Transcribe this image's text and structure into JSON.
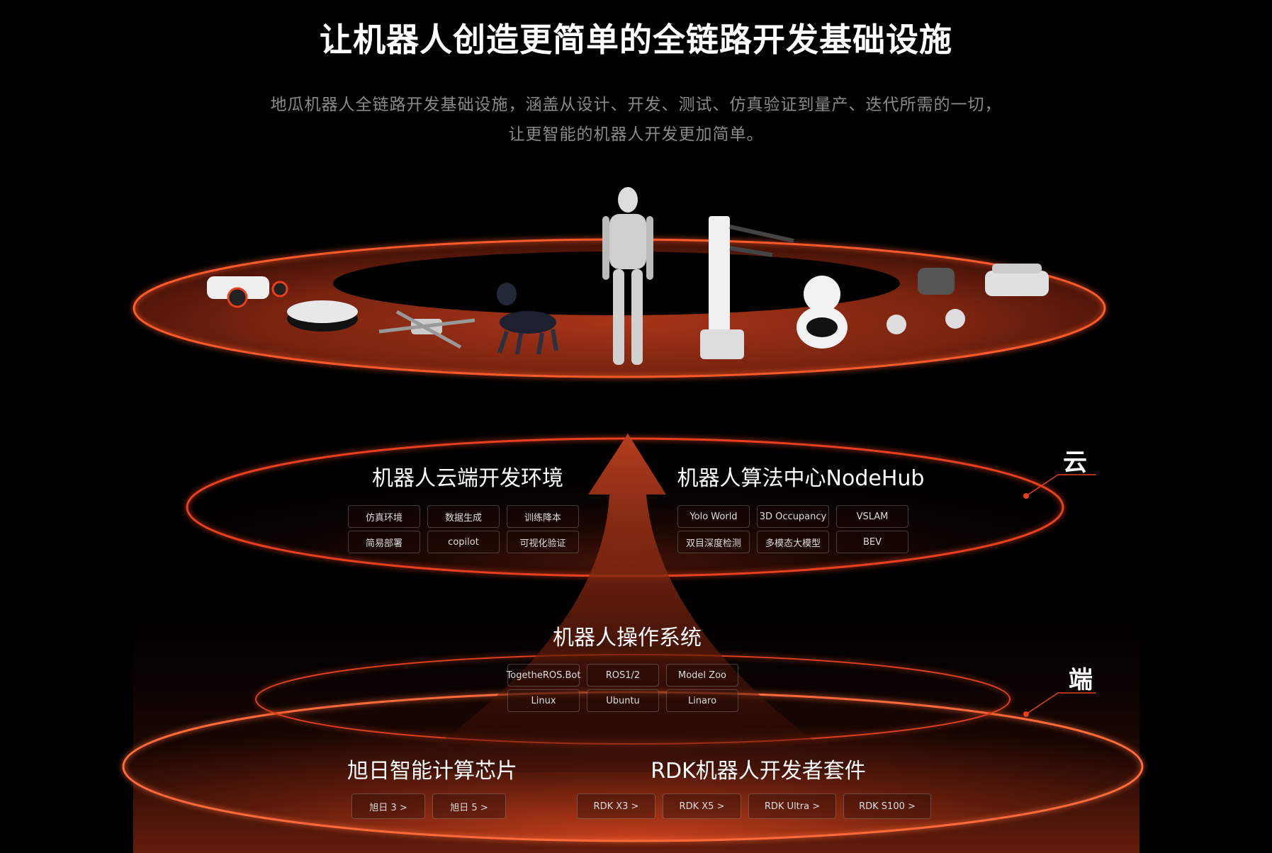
{
  "header": {
    "title": "让机器人创造更简单的全链路开发基础设施",
    "subtitle_line1": "地瓜机器人全链路开发基础设施，涵盖从设计、开发、测试、仿真验证到量产、迭代所需的一切，",
    "subtitle_line2": "让更智能的机器人开发更加简单。"
  },
  "colors": {
    "background": "#000000",
    "accent": "#e8401c",
    "disk": "#7a2410",
    "chip_border": "#4a3a36"
  },
  "robots": [
    {
      "name": "wheeled-rover"
    },
    {
      "name": "robot-vacuum"
    },
    {
      "name": "drone"
    },
    {
      "name": "robot-dog"
    },
    {
      "name": "humanoid"
    },
    {
      "name": "robot-arm-tower"
    },
    {
      "name": "companion-robot"
    },
    {
      "name": "wheel-leg-robot"
    },
    {
      "name": "delivery-robot"
    }
  ],
  "layers": {
    "cloud": {
      "side_label": "云",
      "left": {
        "title": "机器人云端开发环境",
        "items": [
          "仿真环境",
          "数据生成",
          "训练降本",
          "简易部署",
          "copilot",
          "可视化验证"
        ]
      },
      "right": {
        "title": "机器人算法中心NodeHub",
        "items": [
          "Yolo World",
          "3D Occupancy",
          "VSLAM",
          "双目深度检测",
          "多模态大模型",
          "BEV"
        ]
      }
    },
    "edge": {
      "side_label": "端",
      "os": {
        "title": "机器人操作系统",
        "items": [
          "TogetheROS.Bot",
          "ROS1/2",
          "Model Zoo",
          "Linux",
          "Ubuntu",
          "Linaro"
        ]
      },
      "chips": {
        "title": "旭日智能计算芯片",
        "items": [
          "旭日 3 >",
          "旭日 5 >"
        ]
      },
      "kits": {
        "title": "RDK机器人开发者套件",
        "items": [
          "RDK X3 >",
          "RDK X5 >",
          "RDK Ultra >",
          "RDK S100 >"
        ]
      }
    }
  }
}
